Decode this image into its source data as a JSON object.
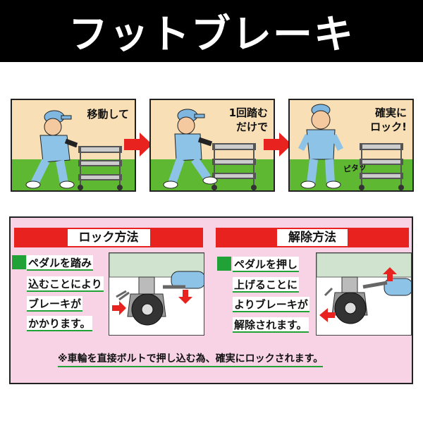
{
  "title": "フットブレーキ",
  "steps": [
    {
      "caption_lines": [
        "移動して"
      ]
    },
    {
      "caption_lines": [
        "1回踏む",
        "だけで"
      ]
    },
    {
      "caption_lines": [
        "確実に",
        "ロック!"
      ],
      "sound": "ピタッ"
    }
  ],
  "lock": {
    "heading": "ロック方法",
    "lines": [
      "ペダルを踏み",
      "込むことにより",
      "ブレーキが",
      "かかります。"
    ]
  },
  "release": {
    "heading": "解除方法",
    "lines": [
      "ペダルを押し",
      "上げることに",
      "よりブレーキが",
      "解除されます。"
    ]
  },
  "note": "※車輪を直接ボルトで押し込む為、確実にロックされます。",
  "colors": {
    "red": "#e8231f",
    "green": "#21a236",
    "pink": "#f8d3e6",
    "sky": "#f8dfb6",
    "grass": "#5fb832"
  },
  "icons": [
    "arrow-right-icon",
    "arrow-down-icon",
    "arrow-up-icon",
    "arrow-left-icon"
  ]
}
